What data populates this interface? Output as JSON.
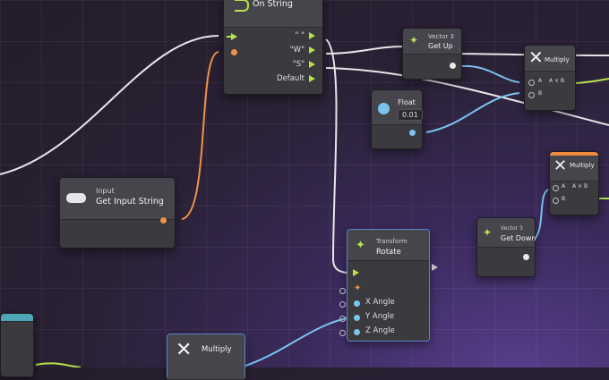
{
  "colors": {
    "flow": "#b7e34b",
    "string_port": "#f0924a",
    "float_port": "#7cc3ef",
    "vector_port": "#e9e9ec",
    "multiply_accent": "#f08a3c"
  },
  "nodes": {
    "on_string": {
      "title": "On String",
      "cases": [
        "\" \"",
        "\"W\"",
        "\"S\""
      ],
      "default_label": "Default",
      "icon": "branch-arrow-icon"
    },
    "input": {
      "category": "Input",
      "title": "Get Input String",
      "icon": "gamepad-icon"
    },
    "vector3_up": {
      "category": "Vector 3",
      "title": "Get Up",
      "icon": "axes-gizmo-icon"
    },
    "multiply_top": {
      "title": "Multiply",
      "port_a": "A",
      "expr": "A × B",
      "port_b": "B",
      "icon": "multiply-x-icon"
    },
    "float": {
      "title": "Float",
      "value": "0.01",
      "icon": "float-circle-icon"
    },
    "multiply_right": {
      "title": "Multiply",
      "port_a": "A",
      "expr": "A × B",
      "port_b": "B",
      "icon": "multiply-x-icon"
    },
    "vector3_down": {
      "category": "Vector 3",
      "title": "Get Down",
      "icon": "axes-gizmo-icon"
    },
    "transform_rotate": {
      "category": "Transform",
      "title": "Rotate",
      "inputs": [
        "X Angle",
        "Y Angle",
        "Z Angle"
      ],
      "icon": "axes-gizmo-icon"
    },
    "multiply_bottom": {
      "title": "Multiply",
      "icon": "multiply-x-icon"
    }
  }
}
